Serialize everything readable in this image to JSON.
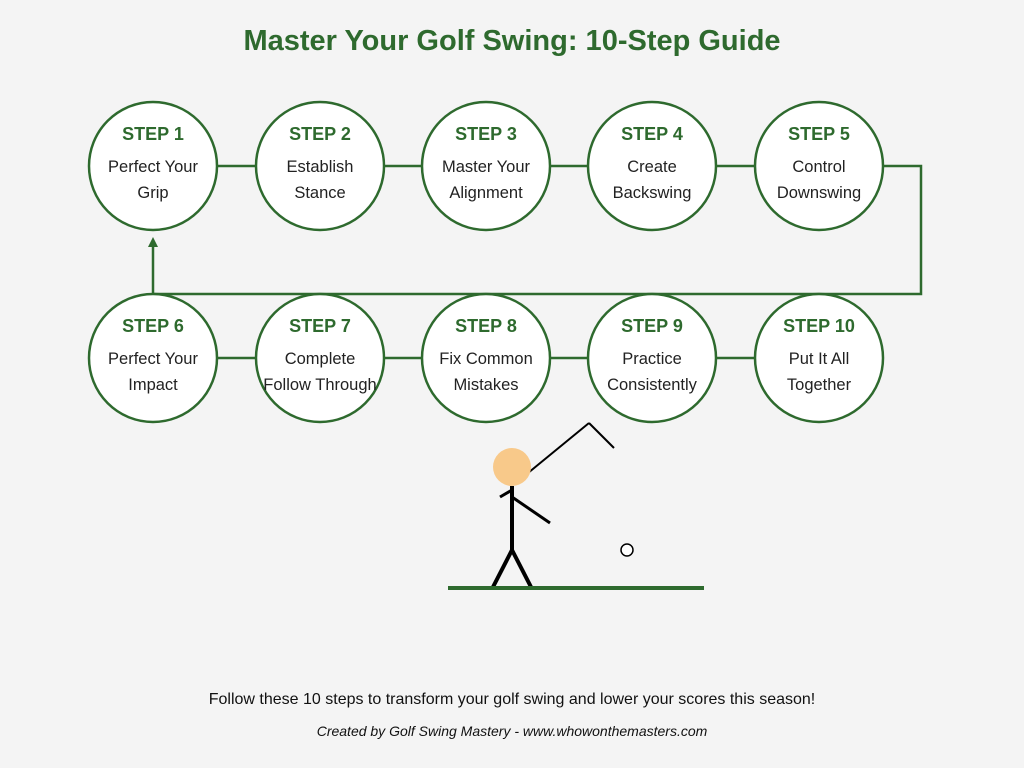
{
  "title": "Master Your Golf Swing: 10-Step Guide",
  "colors": {
    "accent": "#2e6a2e",
    "background": "#f4f4f4",
    "circle_fill": "#ffffff",
    "golfer_head": "#f8c98a",
    "golfer_body": "#000000"
  },
  "steps": [
    {
      "num": "STEP 1",
      "line1": "Perfect Your",
      "line2": "Grip"
    },
    {
      "num": "STEP 2",
      "line1": "Establish",
      "line2": "Stance"
    },
    {
      "num": "STEP 3",
      "line1": "Master Your",
      "line2": "Alignment"
    },
    {
      "num": "STEP 4",
      "line1": "Create",
      "line2": "Backswing"
    },
    {
      "num": "STEP 5",
      "line1": "Control",
      "line2": "Downswing"
    },
    {
      "num": "STEP 6",
      "line1": "Perfect Your",
      "line2": "Impact"
    },
    {
      "num": "STEP 7",
      "line1": "Complete",
      "line2": "Follow Through"
    },
    {
      "num": "STEP 8",
      "line1": "Fix Common",
      "line2": "Mistakes"
    },
    {
      "num": "STEP 9",
      "line1": "Practice",
      "line2": "Consistently"
    },
    {
      "num": "STEP 10",
      "line1": "Put It All",
      "line2": "Together"
    }
  ],
  "tagline": "Follow these 10 steps to transform your golf swing and lower your scores this season!",
  "credit": "Created by Golf Swing Mastery - www.whowonthemasters.com"
}
